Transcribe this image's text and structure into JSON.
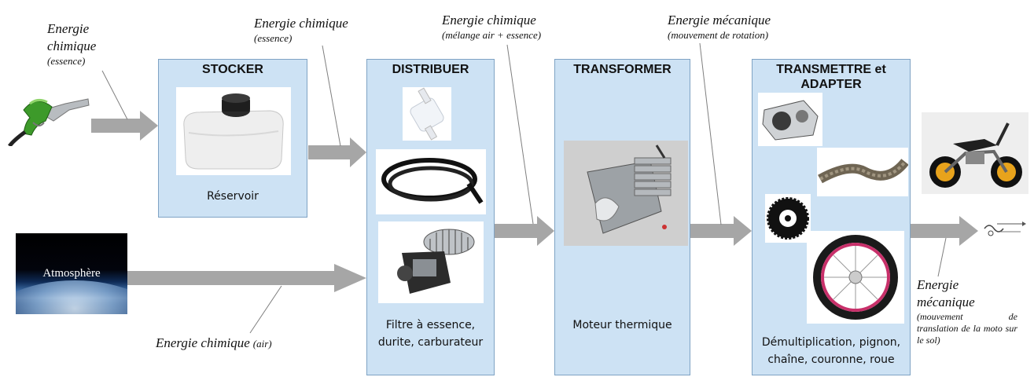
{
  "boxes": {
    "stocker": {
      "title": "STOCKER",
      "caption": "Réservoir"
    },
    "distribuer": {
      "title": "DISTRIBUER",
      "caption": "Filtre à essence,\ndurite, carburateur"
    },
    "transformer": {
      "title": "TRANSFORMER",
      "caption": "Moteur thermique"
    },
    "transmettre": {
      "title": "TRANSMETTRE et\nADAPTER",
      "caption": "Démultiplication, pignon,\nchaîne, couronne, roue"
    }
  },
  "labels": {
    "l1": {
      "main": "Energie\nchimique",
      "sub": "(essence)"
    },
    "l2": {
      "main": "Energie chimique",
      "sub": "(essence)"
    },
    "l3": {
      "main": "Energie chimique",
      "sub": "(mélange air + essence)"
    },
    "l4": {
      "main": "Energie mécanique",
      "sub": "(mouvement de rotation)"
    },
    "l5": {
      "main": "Energie chimique",
      "sub": "(air)"
    },
    "l6": {
      "main": "Energie\nmécanique",
      "sub": "(mouvement de translation de la moto sur le sol)"
    }
  },
  "atmosphere_label": "Atmosphère",
  "colors": {
    "box_fill": "#cde2f4",
    "box_border": "#7fa3c4",
    "arrow": "#a6a6a6"
  }
}
